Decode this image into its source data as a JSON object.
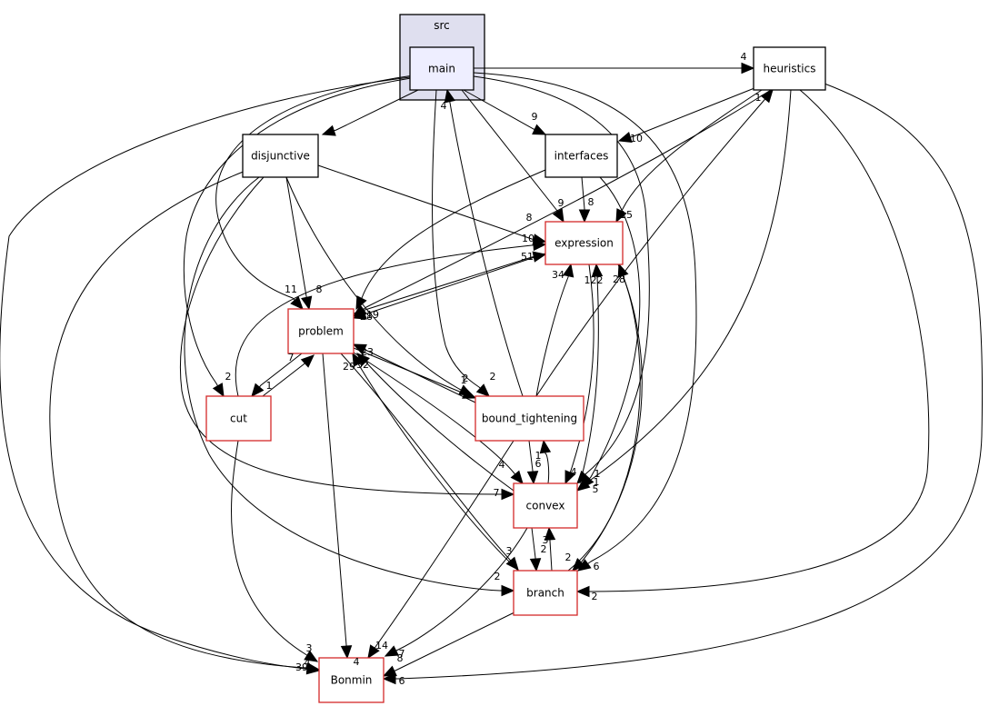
{
  "cluster": {
    "label": "src",
    "fill": "#DFDFEF",
    "stroke": "#000000"
  },
  "colors": {
    "normal_border": "#000000",
    "linked_border": "#D42A2A",
    "main_fill": "#EEEEFF",
    "node_fill": "#FFFFFF"
  },
  "nodes": [
    {
      "id": "main",
      "label": "main",
      "style": "main"
    },
    {
      "id": "heuristics",
      "label": "heuristics",
      "style": "normal"
    },
    {
      "id": "disjunctive",
      "label": "disjunctive",
      "style": "normal"
    },
    {
      "id": "interfaces",
      "label": "interfaces",
      "style": "normal"
    },
    {
      "id": "expression",
      "label": "expression",
      "style": "linked"
    },
    {
      "id": "problem",
      "label": "problem",
      "style": "linked"
    },
    {
      "id": "bound_tightening",
      "label": "bound_tightening",
      "style": "linked"
    },
    {
      "id": "cut",
      "label": "cut",
      "style": "linked"
    },
    {
      "id": "convex",
      "label": "convex",
      "style": "linked"
    },
    {
      "id": "branch",
      "label": "branch",
      "style": "linked"
    },
    {
      "id": "Bonmin",
      "label": "Bonmin",
      "style": "linked"
    }
  ],
  "edges": [
    {
      "from": "main",
      "to": "heuristics",
      "label": "4"
    },
    {
      "from": "main",
      "to": "disjunctive",
      "label": "1"
    },
    {
      "from": "main",
      "to": "interfaces",
      "label": "9"
    },
    {
      "from": "main",
      "to": "expression",
      "label": "9"
    },
    {
      "from": "main",
      "to": "problem",
      "label": "11"
    },
    {
      "from": "main",
      "to": "cut",
      "label": "2"
    },
    {
      "from": "main",
      "to": "bound_tightening",
      "label": "2"
    },
    {
      "from": "main",
      "to": "convex",
      "label": "1"
    },
    {
      "from": "main",
      "to": "branch",
      "label": "6"
    },
    {
      "from": "main",
      "to": "Bonmin",
      "label": "39"
    },
    {
      "from": "heuristics",
      "to": "interfaces",
      "label": "10"
    },
    {
      "from": "heuristics",
      "to": "expression",
      "label": "15"
    },
    {
      "from": "heuristics",
      "to": "problem",
      "label": "28"
    },
    {
      "from": "heuristics",
      "to": "convex",
      "label": "5"
    },
    {
      "from": "heuristics",
      "to": "branch",
      "label": "2"
    },
    {
      "from": "heuristics",
      "to": "Bonmin",
      "label": "6"
    },
    {
      "from": "disjunctive",
      "to": "expression",
      "label": "8"
    },
    {
      "from": "disjunctive",
      "to": "problem",
      "label": "8"
    },
    {
      "from": "disjunctive",
      "to": "bound_tightening",
      "label": "1"
    },
    {
      "from": "disjunctive",
      "to": "convex",
      "label": "7"
    },
    {
      "from": "disjunctive",
      "to": "branch",
      "label": "2"
    },
    {
      "from": "disjunctive",
      "to": "Bonmin",
      "label": "4"
    },
    {
      "from": "interfaces",
      "to": "expression",
      "label": "8"
    },
    {
      "from": "interfaces",
      "to": "problem",
      "label": "5"
    },
    {
      "from": "interfaces",
      "to": "convex",
      "label": "1"
    },
    {
      "from": "expression",
      "to": "problem",
      "label": "19"
    },
    {
      "from": "expression",
      "to": "convex",
      "label": "4"
    },
    {
      "from": "expression",
      "to": "branch",
      "label": "2"
    },
    {
      "from": "problem",
      "to": "expression",
      "label": "51"
    },
    {
      "from": "problem",
      "to": "cut",
      "label": "1"
    },
    {
      "from": "problem",
      "to": "bound_tightening",
      "label": "2"
    },
    {
      "from": "problem",
      "to": "convex",
      "label": "4"
    },
    {
      "from": "problem",
      "to": "branch",
      "label": "3"
    },
    {
      "from": "problem",
      "to": "Bonmin",
      "label": "4"
    },
    {
      "from": "cut",
      "to": "problem",
      "label": "7"
    },
    {
      "from": "cut",
      "to": "expression",
      "label": "10"
    },
    {
      "from": "cut",
      "to": "Bonmin",
      "label": "3"
    },
    {
      "from": "bound_tightening",
      "to": "main",
      "label": "4"
    },
    {
      "from": "bound_tightening",
      "to": "heuristics",
      "label": "1"
    },
    {
      "from": "bound_tightening",
      "to": "expression",
      "label": "34"
    },
    {
      "from": "bound_tightening",
      "to": "problem",
      "label": "23"
    },
    {
      "from": "bound_tightening",
      "to": "convex",
      "label": "6"
    },
    {
      "from": "bound_tightening",
      "to": "Bonmin",
      "label": "14"
    },
    {
      "from": "convex",
      "to": "expression",
      "label": "122"
    },
    {
      "from": "convex",
      "to": "problem",
      "label": "32"
    },
    {
      "from": "convex",
      "to": "bound_tightening",
      "label": "1"
    },
    {
      "from": "convex",
      "to": "branch",
      "label": "2"
    },
    {
      "from": "convex",
      "to": "Bonmin",
      "label": "7"
    },
    {
      "from": "branch",
      "to": "expression",
      "label": "28"
    },
    {
      "from": "branch",
      "to": "problem",
      "label": "29"
    },
    {
      "from": "branch",
      "to": "convex",
      "label": "3"
    },
    {
      "from": "branch",
      "to": "Bonmin",
      "label": "8"
    }
  ]
}
